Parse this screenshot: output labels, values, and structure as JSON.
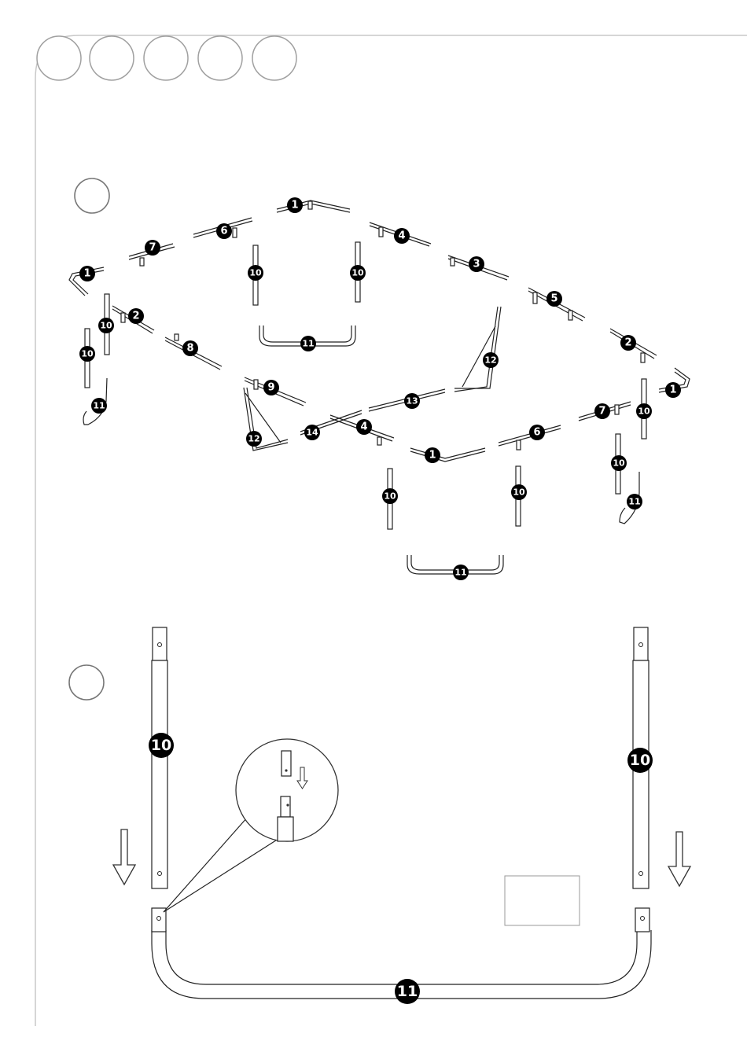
{
  "tabs": [
    {
      "id": "tab-1",
      "label": ""
    },
    {
      "id": "tab-2",
      "label": ""
    },
    {
      "id": "tab-3",
      "label": ""
    },
    {
      "id": "tab-4",
      "label": ""
    },
    {
      "id": "tab-5",
      "label": ""
    }
  ],
  "steps": [
    {
      "id": "step-1",
      "label": ""
    },
    {
      "id": "step-2",
      "label": ""
    }
  ],
  "overview_parts": [
    {
      "label": "1"
    },
    {
      "label": "1"
    },
    {
      "label": "1"
    },
    {
      "label": "1"
    },
    {
      "label": "2"
    },
    {
      "label": "2"
    },
    {
      "label": "3"
    },
    {
      "label": "4"
    },
    {
      "label": "4"
    },
    {
      "label": "5"
    },
    {
      "label": "6"
    },
    {
      "label": "6"
    },
    {
      "label": "7"
    },
    {
      "label": "7"
    },
    {
      "label": "8"
    },
    {
      "label": "9"
    },
    {
      "label": "10"
    },
    {
      "label": "10"
    },
    {
      "label": "10"
    },
    {
      "label": "10"
    },
    {
      "label": "10"
    },
    {
      "label": "10"
    },
    {
      "label": "10"
    },
    {
      "label": "10"
    },
    {
      "label": "11"
    },
    {
      "label": "11"
    },
    {
      "label": "11"
    },
    {
      "label": "11"
    },
    {
      "label": "12"
    },
    {
      "label": "12"
    },
    {
      "label": "13"
    },
    {
      "label": "14"
    }
  ],
  "detail_parts": {
    "left_leg": "10",
    "right_leg": "10",
    "base": "11"
  },
  "note_box": ""
}
